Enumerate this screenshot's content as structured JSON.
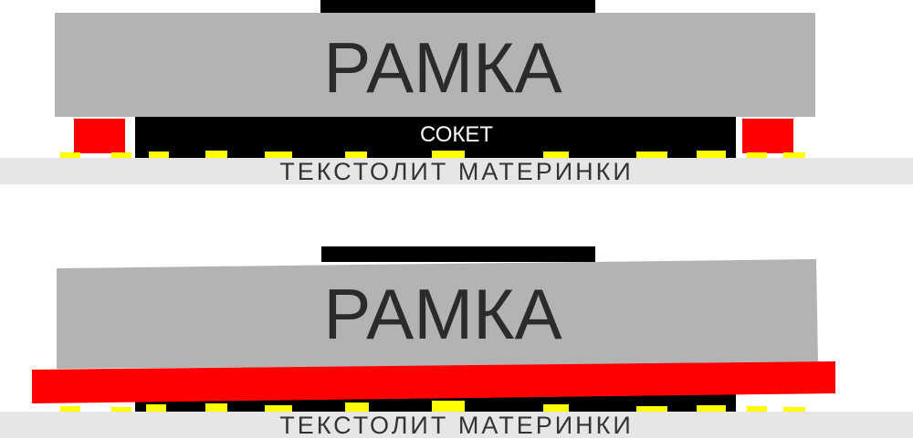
{
  "diagram": {
    "top": {
      "frame_label": "РАМКА",
      "socket_label": "СОКЕТ",
      "pcb_label": "ТЕКСТОЛИТ МАТЕРИНКИ"
    },
    "bottom": {
      "frame_label": "РАМКА",
      "pcb_label": "ТЕКСТОЛИТ МАТЕРИНКИ"
    },
    "colors": {
      "frame": "#b3b3b3",
      "pcb": "#e6e6e6",
      "socket": "#000000",
      "retention": "#ff0000",
      "pins": "#ffff00"
    }
  }
}
